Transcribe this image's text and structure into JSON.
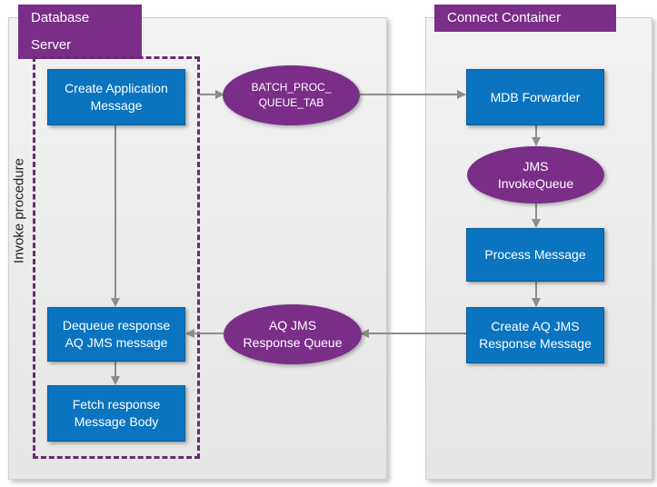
{
  "panels": {
    "database_server": {
      "label": "Database Server"
    },
    "connect_container": {
      "label": "Connect Container"
    }
  },
  "invoke_procedure_label": "Invoke procedure",
  "nodes": {
    "create_application_message": "Create Application\nMessage",
    "batch_proc_queue_tab": "BATCH_PROC_\nQUEUE_TAB",
    "mdb_forwarder": "MDB Forwarder",
    "jms_invoke_queue": "JMS\nInvokeQueue",
    "process_message": "Process Message",
    "create_aq_jms_response_message": "Create AQ JMS\nResponse Message",
    "aq_jms_response_queue": "AQ JMS\nResponse Queue",
    "dequeue_response": "Dequeue response\nAQ JMS message",
    "fetch_response": "Fetch response\nMessage Body"
  },
  "colors": {
    "box_fill": "#0a74c0",
    "queue_fill": "#7a2e88",
    "label_fill": "#7a2e88",
    "arrow": "#8c8c8c"
  }
}
